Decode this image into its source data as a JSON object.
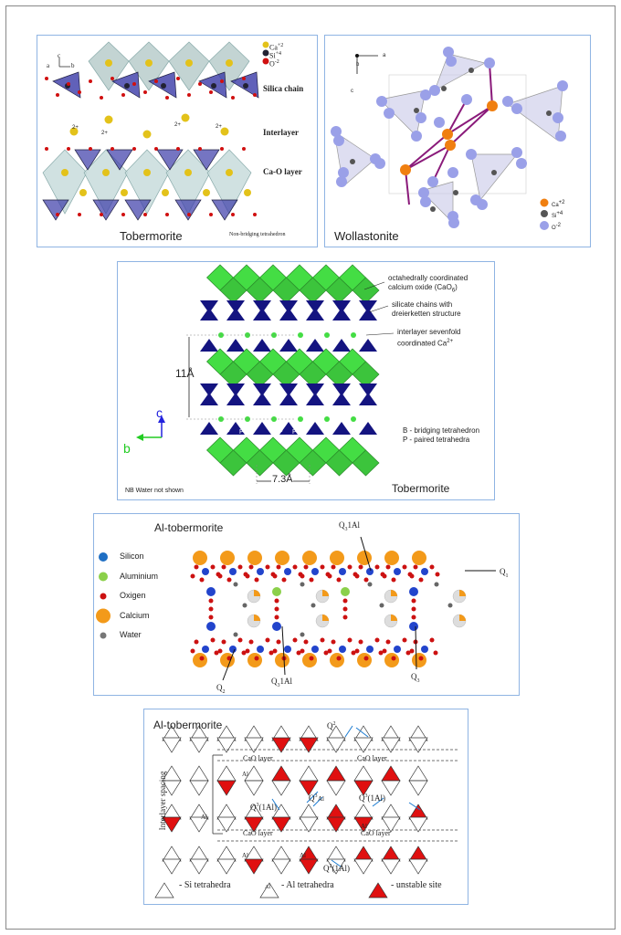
{
  "figures": {
    "tobermorite_3d": {
      "caption": "Tobermorite",
      "legend": [
        {
          "ion": "Ca",
          "charge": "+2"
        },
        {
          "ion": "Si",
          "charge": "+4"
        },
        {
          "ion": "O",
          "charge": "-2"
        }
      ],
      "labels": {
        "silica_chain": "Silica chain",
        "interlayer": "Interlayer",
        "cao_layer": "Ca-O layer",
        "non_bridging": "Non-bridging tetrahedron",
        "charge": "2+"
      },
      "axes": {
        "a": "a",
        "b": "b",
        "c": "c"
      },
      "colors": {
        "ca": "#e3c21a",
        "si": "#222233",
        "o": "#d01010",
        "octa": "#b9cccb",
        "tetra": "#3a3aa8"
      }
    },
    "wollastonite": {
      "caption": "Wollastonite",
      "legend": [
        {
          "ion": "Ca",
          "charge": "+2"
        },
        {
          "ion": "Si",
          "charge": "+4"
        },
        {
          "ion": "O",
          "charge": "-2"
        }
      ],
      "axes": {
        "a": "a",
        "b": "b",
        "c": "c"
      },
      "colors": {
        "ca": "#f07f10",
        "si": "#555",
        "o": "#9aa0e8",
        "bond": "#8a1a7a"
      }
    },
    "tobermorite_layers": {
      "caption": "Tobermorite",
      "note": "NB Water not shown",
      "annotations": {
        "cao6_1": "octahedrally coordinated",
        "cao6_2": "calcium oxide (CaO",
        "cao6_sub": "6",
        "cao6_end": ")",
        "chains_1": "silicate chains with",
        "chains_2": "dreierketten structure",
        "inter_1": "interlayer sevenfold",
        "inter_2": "coordinated Ca",
        "inter_sup": "2+"
      },
      "spacing_c": "11Å",
      "spacing_b": "7.3Å",
      "axis_c": "c",
      "axis_b": "b",
      "key_b": "B - bridging tetrahedron",
      "key_p": "P - paired tetrahedra",
      "mark_b": "B",
      "mark_p": "P",
      "colors": {
        "octa": "#44dd44",
        "tetra": "#141480"
      }
    },
    "al_tobermorite_atoms": {
      "title": "Al-tobermorite",
      "legend": [
        {
          "label": "Silicon",
          "color": "#1f6fc4"
        },
        {
          "label": "Aluminium",
          "color": "#8bd04a"
        },
        {
          "label": "Oxigen",
          "color": "#cc1111"
        },
        {
          "label": "Calcium",
          "color": "#f39a1a"
        },
        {
          "label": "Water",
          "color": "#777777"
        }
      ],
      "q_labels": {
        "q3_1al_top": {
          "base": "Q",
          "sub": "3",
          "rest": "1Al"
        },
        "q1": {
          "base": "Q",
          "sub": "1",
          "rest": ""
        },
        "q2": {
          "base": "Q",
          "sub": "2",
          "rest": ""
        },
        "q3_1al_bottom": {
          "base": "Q",
          "sub": "3",
          "rest": "1Al"
        },
        "q3": {
          "base": "Q",
          "sub": "3",
          "rest": ""
        }
      }
    },
    "al_tobermorite_schematic": {
      "title": "Al-tobermorite",
      "cao_layer": "CaO layer",
      "interlayer_spacing": "Interlayer spacing",
      "al": "Al",
      "q2": {
        "base": "Q",
        "sup": "2",
        "rest": ""
      },
      "q3": {
        "base": "Q",
        "sup": "3",
        "rest": ""
      },
      "q3_1al": {
        "base": "Q",
        "sup": "3",
        "rest": "(1Al)"
      },
      "q2_1al": {
        "base": "Q",
        "sup": "2",
        "rest": "(1Al)"
      },
      "key": {
        "si": "- Si tetrahedra",
        "al": "- Al tetrahedra",
        "unstable": "- unstable site"
      },
      "colors": {
        "unstable": "#e01010",
        "arrow": "#1a7ad0"
      }
    }
  }
}
